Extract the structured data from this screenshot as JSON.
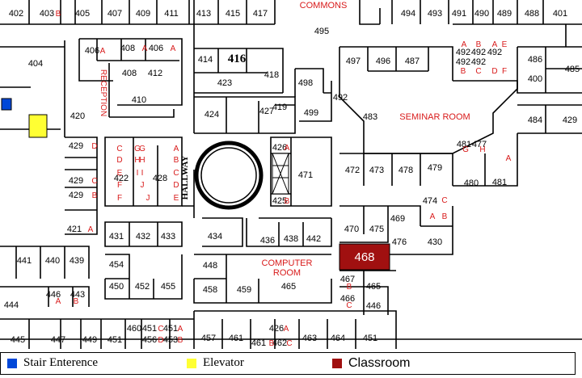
{
  "map": {
    "commons_label": "COMMONS",
    "seminar_label": "SEMINAR ROOM",
    "computer_room_label_1": "COMPUTER",
    "computer_room_label_2": "ROOM",
    "hallway_label": "HALLWAY",
    "reception_label": "RECEPTION",
    "highlight_room": "468",
    "rooms": [
      {
        "t": "402"
      },
      {
        "t": "403"
      },
      {
        "t": "405"
      },
      {
        "t": "407"
      },
      {
        "t": "409"
      },
      {
        "t": "411"
      },
      {
        "t": "413"
      },
      {
        "t": "415"
      },
      {
        "t": "417"
      },
      {
        "t": "495"
      },
      {
        "t": "494"
      },
      {
        "t": "493"
      },
      {
        "t": "491"
      },
      {
        "t": "490"
      },
      {
        "t": "489"
      },
      {
        "t": "488"
      },
      {
        "t": "401"
      },
      {
        "t": "404"
      },
      {
        "t": "406"
      },
      {
        "t": "408"
      },
      {
        "t": "406"
      },
      {
        "t": "408"
      },
      {
        "t": "412"
      },
      {
        "t": "414"
      },
      {
        "t": "416"
      },
      {
        "t": "418"
      },
      {
        "t": "498"
      },
      {
        "t": "497"
      },
      {
        "t": "496"
      },
      {
        "t": "487"
      },
      {
        "t": "486"
      },
      {
        "t": "485"
      },
      {
        "t": "400"
      },
      {
        "t": "420"
      },
      {
        "t": "410"
      },
      {
        "t": "423"
      },
      {
        "t": "424"
      },
      {
        "t": "427"
      },
      {
        "t": "499"
      },
      {
        "t": "483"
      },
      {
        "t": "484"
      },
      {
        "t": "429"
      },
      {
        "t": "429"
      },
      {
        "t": "429"
      },
      {
        "t": "429"
      },
      {
        "t": "421"
      },
      {
        "t": "422"
      },
      {
        "t": "428"
      },
      {
        "t": "471"
      },
      {
        "t": "472"
      },
      {
        "t": "473"
      },
      {
        "t": "478"
      },
      {
        "t": "479"
      },
      {
        "t": "480"
      },
      {
        "t": "481"
      },
      {
        "t": "481"
      },
      {
        "t": "477"
      },
      {
        "t": "474"
      },
      {
        "t": "469"
      },
      {
        "t": "470"
      },
      {
        "t": "475"
      },
      {
        "t": "476"
      },
      {
        "t": "430"
      },
      {
        "t": "431"
      },
      {
        "t": "432"
      },
      {
        "t": "433"
      },
      {
        "t": "434"
      },
      {
        "t": "436"
      },
      {
        "t": "438"
      },
      {
        "t": "442"
      },
      {
        "t": "441"
      },
      {
        "t": "440"
      },
      {
        "t": "439"
      },
      {
        "t": "454"
      },
      {
        "t": "448"
      },
      {
        "t": "450"
      },
      {
        "t": "452"
      },
      {
        "t": "455"
      },
      {
        "t": "458"
      },
      {
        "t": "459"
      },
      {
        "t": "465"
      },
      {
        "t": "467"
      },
      {
        "t": "465"
      },
      {
        "t": "466"
      },
      {
        "t": "446"
      },
      {
        "t": "446"
      },
      {
        "t": "443"
      },
      {
        "t": "444"
      },
      {
        "t": "445"
      },
      {
        "t": "447"
      },
      {
        "t": "449"
      },
      {
        "t": "451"
      },
      {
        "t": "451"
      },
      {
        "t": "456"
      },
      {
        "t": "457"
      },
      {
        "t": "461"
      },
      {
        "t": "461"
      },
      {
        "t": "462"
      },
      {
        "t": "463"
      },
      {
        "t": "464"
      },
      {
        "t": "451"
      },
      {
        "t": "451"
      },
      {
        "t": "453"
      },
      {
        "t": "460"
      },
      {
        "t": "426"
      },
      {
        "t": "426"
      },
      {
        "t": "425"
      },
      {
        "t": "419"
      },
      {
        "t": "492"
      },
      {
        "t": "492"
      },
      {
        "t": "492"
      },
      {
        "t": "492"
      },
      {
        "t": "492"
      },
      {
        "t": "492"
      }
    ],
    "suffixes": [
      "B",
      "A",
      "A",
      "A",
      "D",
      "C",
      "B",
      "A",
      "A",
      "B",
      "C",
      "D",
      "E",
      "F",
      "G",
      "H",
      "I",
      "J",
      "A",
      "B",
      "C",
      "D",
      "E",
      "F",
      "G",
      "H",
      "I",
      "A",
      "B",
      "C",
      "A",
      "B",
      "A",
      "B",
      "A",
      "B",
      "C",
      "D",
      "E",
      "F",
      "G",
      "H",
      "A",
      "B",
      "C",
      "A",
      "B",
      "C",
      "D",
      "A",
      "B",
      "C",
      "D",
      "E",
      "A",
      "B",
      "A",
      "B"
    ]
  },
  "legend": [
    {
      "label": "Stair Enterence",
      "color": "#0047d8"
    },
    {
      "label": "Elevator",
      "color": "#ffff33"
    },
    {
      "label": "Classroom",
      "color": "#a01010"
    }
  ]
}
